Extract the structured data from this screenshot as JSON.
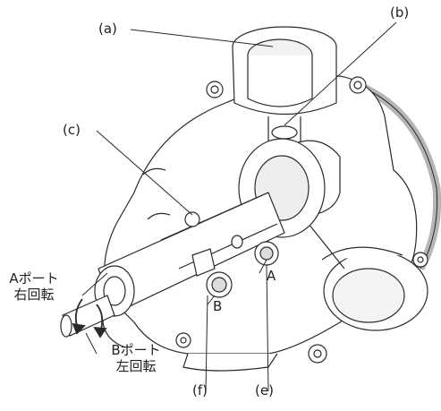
{
  "labels": {
    "a": "(a)",
    "b": "(b)",
    "c": "(c)",
    "e": "(e)",
    "f": "(f)"
  },
  "ports": {
    "port_a_title": "Aポート",
    "port_a_action": "右回転",
    "port_b_title": "Bポート",
    "port_b_action": "左回転",
    "marker_a": "A",
    "marker_b": "B"
  },
  "colors": {
    "line": "#2a2a2a",
    "body": "#ffffff",
    "shade": "#cfcfcf"
  }
}
